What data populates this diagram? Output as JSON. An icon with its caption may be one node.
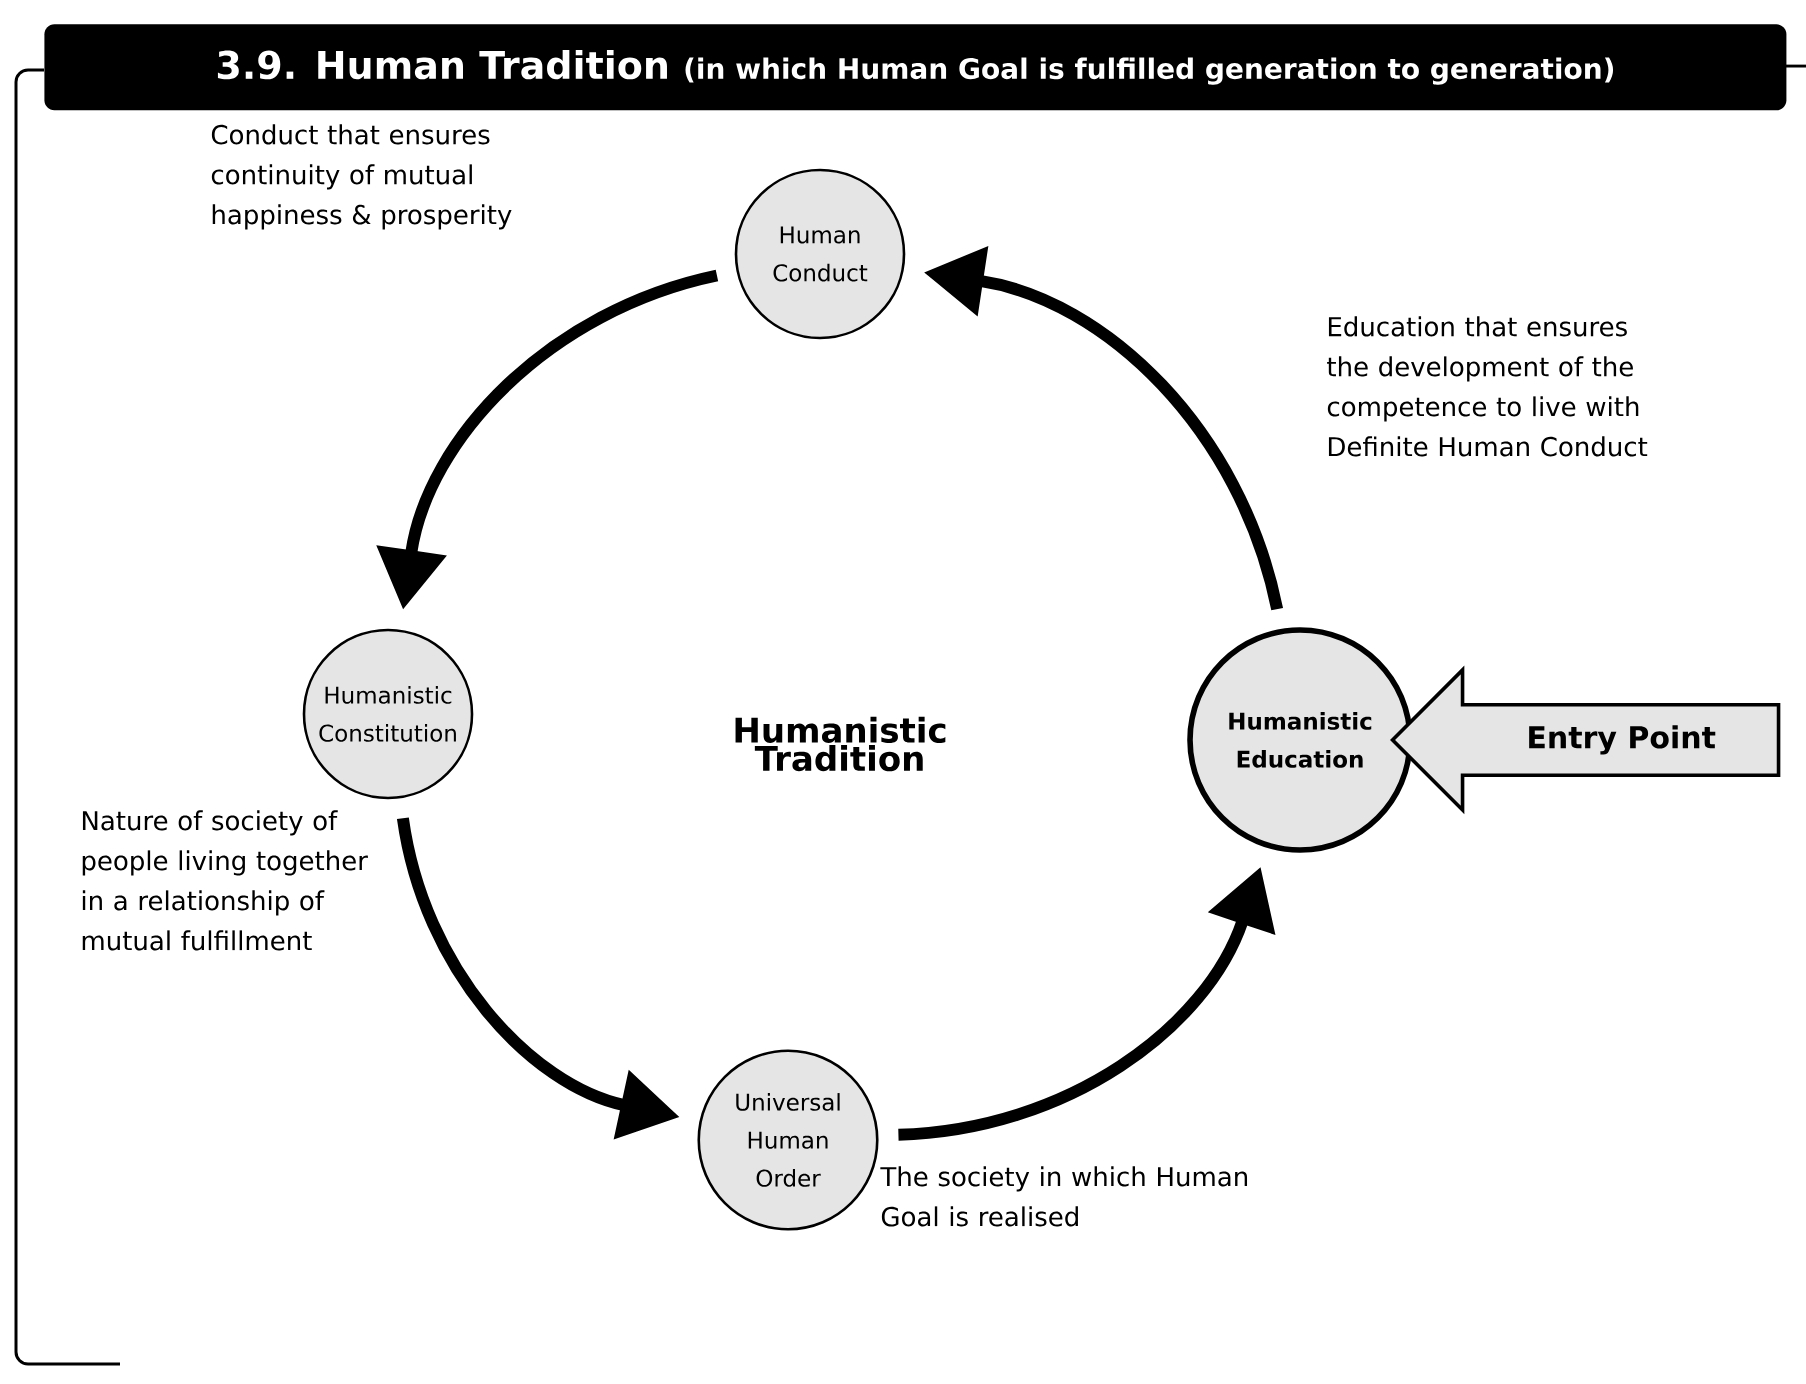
{
  "diagram": {
    "title": "3.9. Human Tradition",
    "nodes": [
      {
        "text": [
          "Human Conduct"
        ]
      },
      {
        "text": [
          "Humanistic Constitution"
        ],
        "beside": [
          "Nature of society of people living together in a relationship of mutual fulfillment"
        ]
      },
      {
        "text": [
          "Universal Human Order"
        ],
        "beside": [
          "The society in which Human Goal is realised"
        ]
      },
      {
        "text": [
          "Humanistic Education"
        ]
      },
      {
        "text": [
          "Entry Point"
        ]
      }
    ],
    "edges": [
      {
        "from": 0,
        "to": 1,
        "arrow": "to"
      },
      {
        "from": 1,
        "to": 2,
        "arrow": "to"
      },
      {
        "from": 2,
        "to": 3,
        "arrow": "to"
      },
      {
        "from": 3,
        "to": 0,
        "arrow": "to"
      }
    ],
    "labels": [
      "(in which Human Goal is fulfilled generation to generation)",
      "Conduct that ensures continuity of mutual happiness & prosperity",
      "Education that ensures the development of the competence to live with Definite Human Conduct",
      "Humanistic Tradition"
    ]
  }
}
